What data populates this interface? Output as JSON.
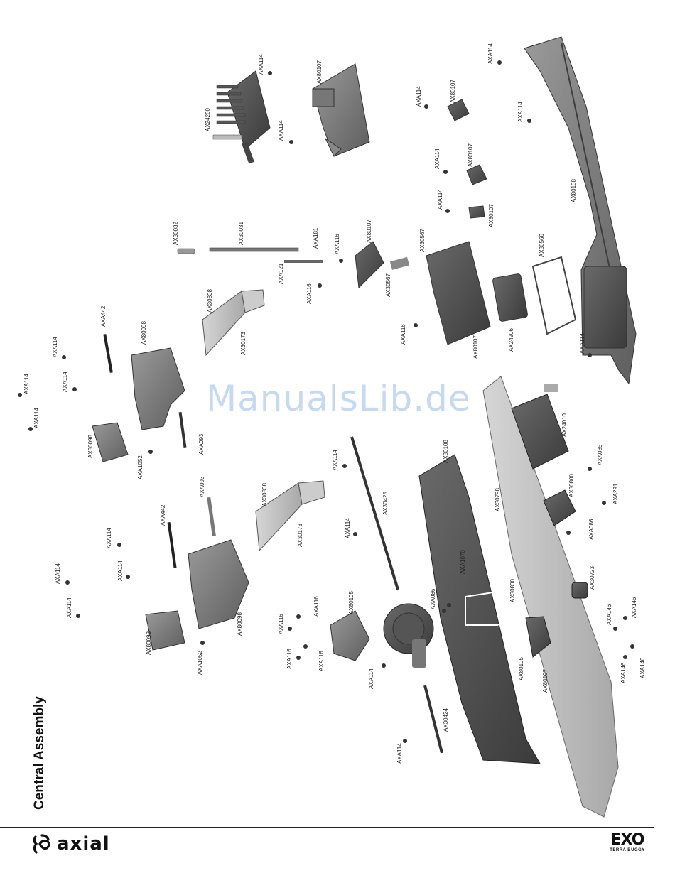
{
  "page": {
    "title": "Central Assembly",
    "watermark": "ManualsLib.de",
    "brand": "axial",
    "product_logo": "EXO",
    "product_sub": "TERRA BUGGY"
  },
  "parts": [
    {
      "id": "p1",
      "label": "AXA114"
    },
    {
      "id": "p2",
      "label": "AXA114"
    },
    {
      "id": "p3",
      "label": "AX24260"
    },
    {
      "id": "p4",
      "label": "AX80107"
    },
    {
      "id": "p5",
      "label": "AXA114"
    },
    {
      "id": "p6",
      "label": "AX80107"
    },
    {
      "id": "p7",
      "label": "AXA114"
    },
    {
      "id": "p8",
      "label": "AXA114"
    },
    {
      "id": "p9",
      "label": "AXA114"
    },
    {
      "id": "p10",
      "label": "AX80107"
    },
    {
      "id": "p11",
      "label": "AXA114"
    },
    {
      "id": "p12",
      "label": "AX80107"
    },
    {
      "id": "p13",
      "label": "AX80108"
    },
    {
      "id": "p14",
      "label": "AX30032"
    },
    {
      "id": "p15",
      "label": "AX30031"
    },
    {
      "id": "p16",
      "label": "AXA181"
    },
    {
      "id": "p17",
      "label": "AXA116"
    },
    {
      "id": "p18",
      "label": "AX80107"
    },
    {
      "id": "p19",
      "label": "AXA121"
    },
    {
      "id": "p20",
      "label": "AXA116"
    },
    {
      "id": "p21",
      "label": "AX30567"
    },
    {
      "id": "p22",
      "label": "AX30567"
    },
    {
      "id": "p23",
      "label": "AX30566"
    },
    {
      "id": "p24",
      "label": "AXA442"
    },
    {
      "id": "p25",
      "label": "AX80098"
    },
    {
      "id": "p26",
      "label": "AX30808"
    },
    {
      "id": "p27",
      "label": "AX30173"
    },
    {
      "id": "p28",
      "label": "AXA116"
    },
    {
      "id": "p29",
      "label": "AX80107"
    },
    {
      "id": "p30",
      "label": "AX24206"
    },
    {
      "id": "p31",
      "label": "AXA114"
    },
    {
      "id": "p32",
      "label": "AXA114"
    },
    {
      "id": "p33",
      "label": "AXA114"
    },
    {
      "id": "p34",
      "label": "AXA114"
    },
    {
      "id": "p35",
      "label": "AXA114"
    },
    {
      "id": "p36",
      "label": "AX80098"
    },
    {
      "id": "p37",
      "label": "AXA1052"
    },
    {
      "id": "p38",
      "label": "AXA093"
    },
    {
      "id": "p39",
      "label": "AXA114"
    },
    {
      "id": "p40",
      "label": "AX80108"
    },
    {
      "id": "p41",
      "label": "AX24010"
    },
    {
      "id": "p42",
      "label": "AXA085"
    },
    {
      "id": "p43",
      "label": "AXA093"
    },
    {
      "id": "p44",
      "label": "AX30808"
    },
    {
      "id": "p45",
      "label": "AX30425"
    },
    {
      "id": "p46",
      "label": "AX30798"
    },
    {
      "id": "p47",
      "label": "AX30800"
    },
    {
      "id": "p48",
      "label": "AXA291"
    },
    {
      "id": "p49",
      "label": "AXA442"
    },
    {
      "id": "p50",
      "label": "AXA114"
    },
    {
      "id": "p51",
      "label": "AXA114"
    },
    {
      "id": "p52",
      "label": "AX30173"
    },
    {
      "id": "p53",
      "label": "AXA114"
    },
    {
      "id": "p54",
      "label": "AXA1070"
    },
    {
      "id": "p55",
      "label": "AXA086"
    },
    {
      "id": "p56",
      "label": "AX30723"
    },
    {
      "id": "p57",
      "label": "AXA114"
    },
    {
      "id": "p58",
      "label": "AXA114"
    },
    {
      "id": "p59",
      "label": "AX80098"
    },
    {
      "id": "p60",
      "label": "AXA116"
    },
    {
      "id": "p61",
      "label": "AX80105"
    },
    {
      "id": "p62",
      "label": "AXA086"
    },
    {
      "id": "p63",
      "label": "AX30800"
    },
    {
      "id": "p64",
      "label": "AXA146"
    },
    {
      "id": "p65",
      "label": "AXA146"
    },
    {
      "id": "p66",
      "label": "AXA116"
    },
    {
      "id": "p67",
      "label": "AX80098"
    },
    {
      "id": "p68",
      "label": "AXA1052"
    },
    {
      "id": "p69",
      "label": "AXA116"
    },
    {
      "id": "p70",
      "label": "AXA116"
    },
    {
      "id": "p71",
      "label": "AX80105"
    },
    {
      "id": "p72",
      "label": "AX80107"
    },
    {
      "id": "p73",
      "label": "AXA114"
    },
    {
      "id": "p74",
      "label": "AXA146"
    },
    {
      "id": "p75",
      "label": "AXA146"
    },
    {
      "id": "p76",
      "label": "AX30424"
    },
    {
      "id": "p77",
      "label": "AXA114"
    }
  ]
}
